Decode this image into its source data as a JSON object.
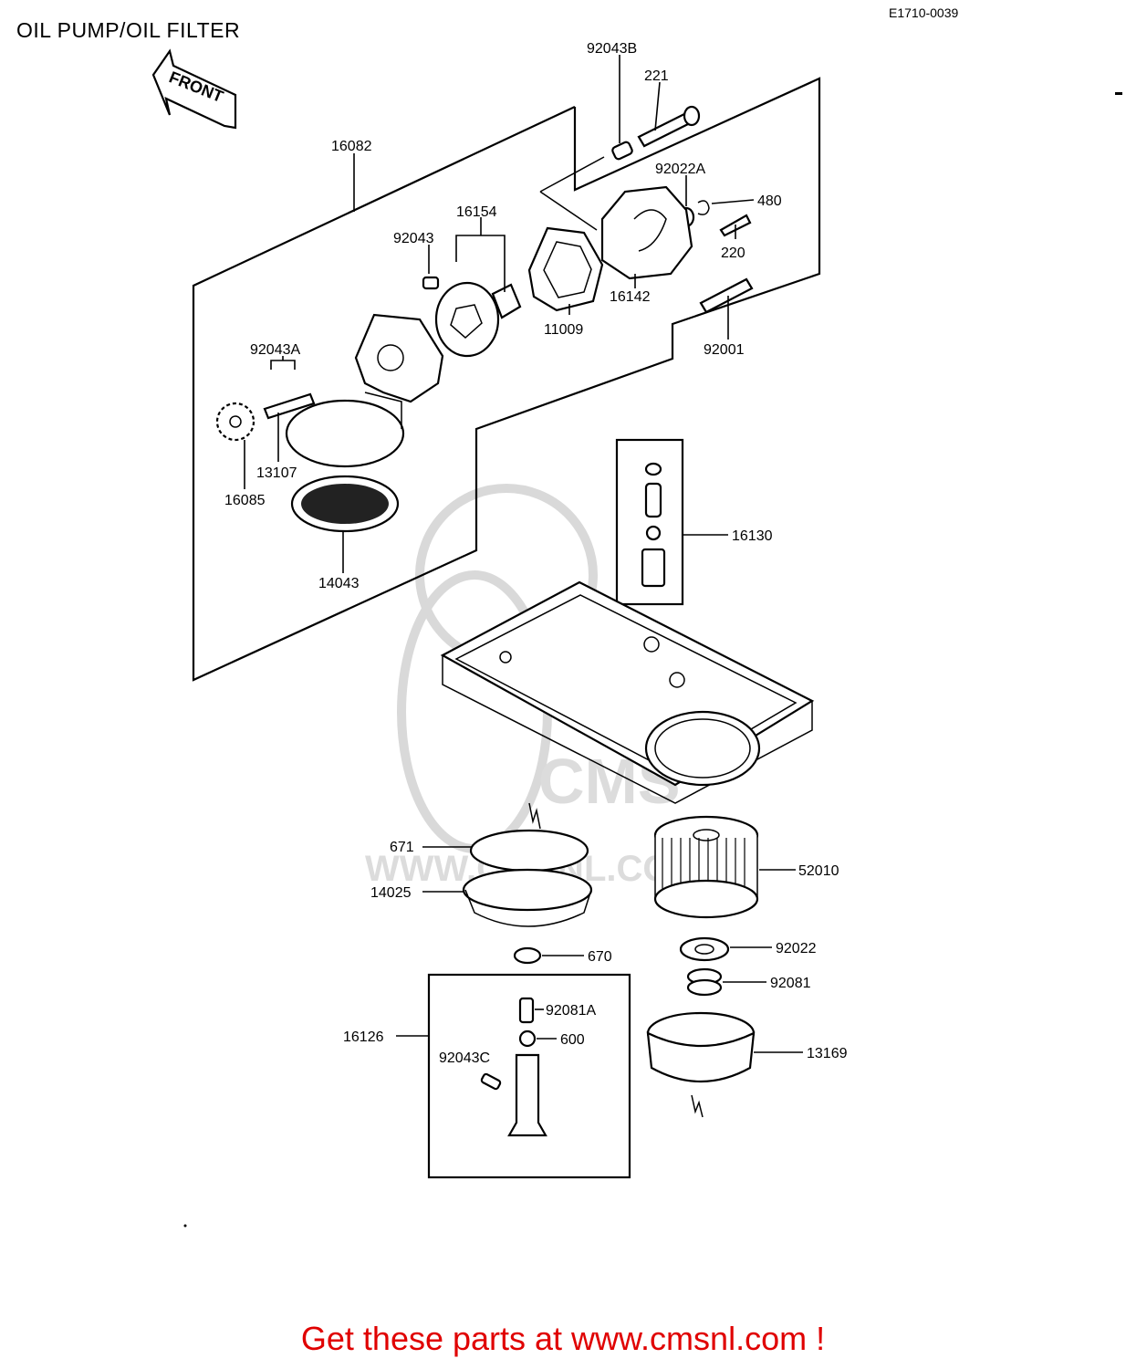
{
  "header": {
    "title": "OIL PUMP/OIL FILTER",
    "diagram_code": "E1710-0039"
  },
  "front_arrow": {
    "label": "FRONT"
  },
  "watermark": {
    "text": "CMS",
    "url_text": "WWW.CMSNL.COM"
  },
  "callouts": [
    "92043B",
    "221",
    "16082",
    "92022A",
    "480",
    "16154",
    "92043",
    "220",
    "16142",
    "11009",
    "92001",
    "92043A",
    "13107",
    "16085",
    "14043",
    "16130",
    "671",
    "52010",
    "14025",
    "670",
    "92022",
    "92081",
    "92081A",
    "16126",
    "600",
    "92043C",
    "13169"
  ],
  "footer": {
    "cta": "Get these parts at www.cmsnl.com !"
  }
}
